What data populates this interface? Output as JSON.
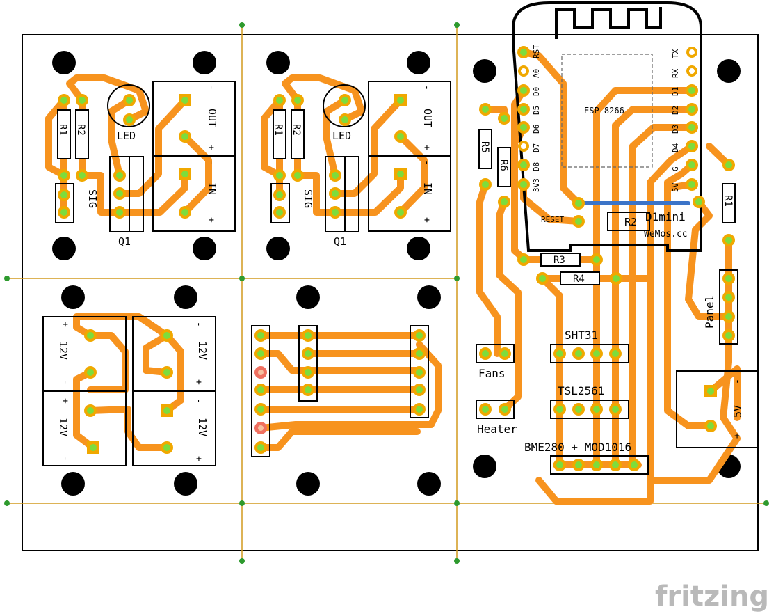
{
  "module_labels": {
    "r1": "R1",
    "r2": "R2",
    "led": "LED",
    "sig": "SIG",
    "q1": "Q1",
    "out": "OUT",
    "in": "IN",
    "plus": "+",
    "minus": "-",
    "v12": "12V"
  },
  "d1": {
    "left_pins": [
      "RST",
      "A0",
      "D0",
      "D5",
      "D6",
      "D7",
      "D8",
      "3V3"
    ],
    "right_pins": [
      "TX",
      "RX",
      "D1",
      "D2",
      "D3",
      "D4",
      "G",
      "5V"
    ],
    "chip": "ESP-8266",
    "name": "D1mini",
    "brand": "WeMos.cc",
    "reset": "RESET"
  },
  "resistors": {
    "r1": "R1",
    "r2": "R2",
    "r3": "R3",
    "r4": "R4",
    "r5": "R5",
    "r6": "R6"
  },
  "connectors": {
    "panel": "Panel",
    "sht": "SHT31",
    "tsl": "TSL2561",
    "fans": "Fans",
    "heater": "Heater",
    "bme": "BME280 + MOD1016",
    "v5": "5V"
  },
  "colors": {
    "trace": "#f7931e",
    "pad_ring": "#f0a800",
    "pad": "#7ddc3c",
    "guide": "#d29a1e",
    "jumper": "#3b74c8"
  },
  "watermark": "fritzing"
}
